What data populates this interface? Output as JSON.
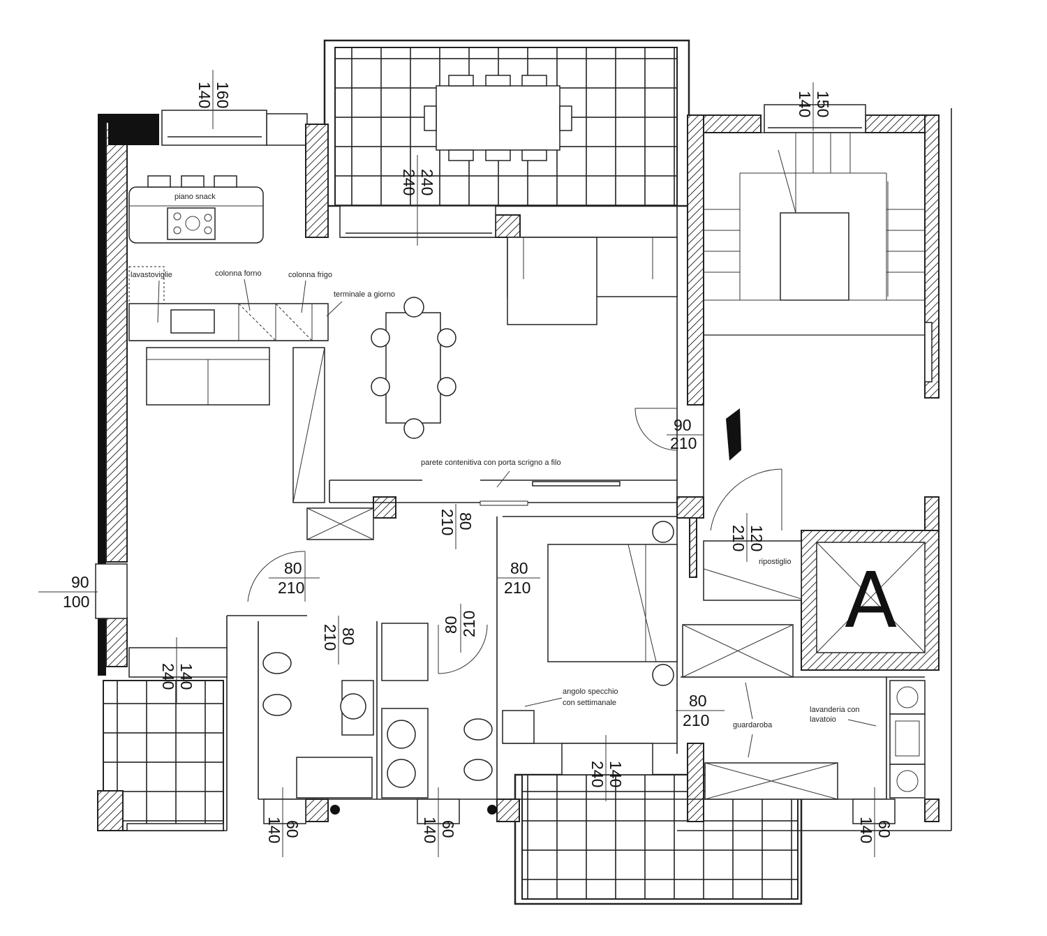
{
  "plan": {
    "labels": {
      "piano_snack": "piano snack",
      "lavastoviglie": "lavastoviglie",
      "colonna_forno": "colonna forno",
      "colonna_frigo": "colonna frigo",
      "terminale": "terminale a giorno",
      "parete": "parete contenitiva con porta scrigno a filo",
      "ripostiglio": "ripostiglio",
      "angolo_1": "angolo specchio",
      "angolo_2": "con settimanale",
      "guardaroba": "guardaroba",
      "lavanderia_1": "lavanderia con",
      "lavanderia_2": "lavatoio",
      "elevator_mark": "A"
    },
    "dimensions": [
      {
        "top": "160",
        "bottom": "140"
      },
      {
        "top": "240",
        "bottom": "240"
      },
      {
        "top": "150",
        "bottom": "140"
      },
      {
        "top": "90",
        "bottom": "210"
      },
      {
        "top": "80",
        "bottom": "210"
      },
      {
        "top": "120",
        "bottom": "210"
      },
      {
        "top": "80",
        "bottom": "210"
      },
      {
        "top": "80",
        "bottom": "210"
      },
      {
        "top": "90",
        "bottom": "100"
      },
      {
        "top": "80",
        "bottom": "210"
      },
      {
        "top": "80",
        "bottom": "210"
      },
      {
        "top": "140",
        "bottom": "240"
      },
      {
        "top": "80",
        "bottom": "210"
      },
      {
        "top": "140",
        "bottom": "240"
      },
      {
        "top": "60",
        "bottom": "140"
      },
      {
        "top": "60",
        "bottom": "140"
      },
      {
        "top": "60",
        "bottom": "140"
      }
    ]
  }
}
